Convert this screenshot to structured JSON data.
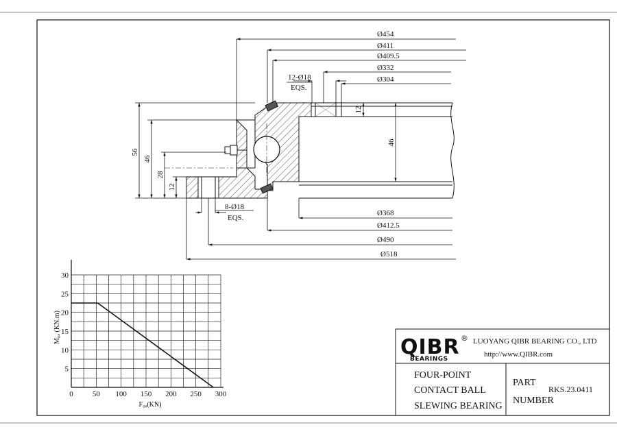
{
  "drawing": {
    "dims": {
      "d454": "Ø454",
      "d411": "Ø411",
      "d409_5": "Ø409.5",
      "d332": "Ø332",
      "d304": "Ø304",
      "holes_top": "12-Ø18",
      "eqs_top": "EQS.",
      "holes_bottom": "8-Ø18",
      "eqs_bottom": "EQS.",
      "d368": "Ø368",
      "d412_5": "Ø412.5",
      "d490": "Ø490",
      "d518": "Ø518",
      "h56": "56",
      "h46_left": "46",
      "h28": "28",
      "h12_left": "12",
      "h12_right": "12",
      "h46_right": "46"
    }
  },
  "chart_data": {
    "type": "line",
    "title": "",
    "xlabel": "F₀ₐ(KN)",
    "ylabel": "M₀ₐ (KN.m)",
    "xlim": [
      0,
      300
    ],
    "ylim": [
      0,
      30
    ],
    "xticks": [
      0,
      50,
      100,
      150,
      200,
      250,
      300
    ],
    "yticks": [
      5,
      10,
      15,
      20,
      25,
      30
    ],
    "grid": true,
    "series": [
      {
        "x": [
          0,
          53,
          285
        ],
        "y": [
          22.5,
          22.5,
          0
        ]
      }
    ],
    "xtick_labels": [
      "0",
      "50",
      "100",
      "150",
      "200",
      "250",
      "300"
    ],
    "ytick_labels": [
      "5",
      "10",
      "15",
      "20",
      "25",
      "30"
    ]
  },
  "title_block": {
    "logo": "QIBR",
    "logo_sub": "BEARINGS",
    "registered": "®",
    "company": "LUOYANG QIBR BEARING CO., LTD",
    "url": "http://www.QIBR.com",
    "product_line1": "FOUR-POINT",
    "product_line2": "CONTACT BALL",
    "product_line3": "SLEWING BEARING",
    "part_label_line1": "PART",
    "part_label_line2": "NUMBER",
    "part_number": "RKS.23.0411"
  }
}
